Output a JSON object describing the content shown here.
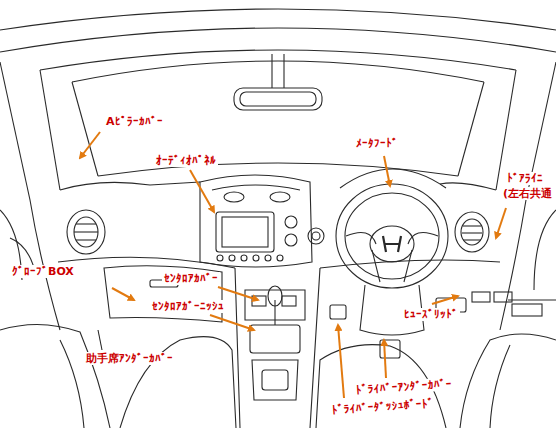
{
  "diagram": {
    "labels": [
      "Aﾋﾟﾗｰｶﾊﾞｰ",
      "ｵｰﾃﾞｨｵﾊﾟﾈﾙ",
      "ﾒｰﾀﾌｰﾄﾞ",
      "ﾄﾞｱﾗｲﾆ",
      "(左右共通",
      "ｸﾞﾛｰﾌﾞBOX",
      "ｾﾝﾀﾛｱｶﾊﾞｰ",
      "ｾﾝﾀﾛｱｶﾞｰﾆｯｼｭ",
      "助手席ｱﾝﾀﾞｰｶﾊﾞｰ",
      "ﾋｭｰｽﾞﾘｯﾄﾞ",
      "ﾄﾞﾗｲﾊﾞｰｱﾝﾀﾞｰｶﾊﾞｰ",
      "ﾄﾞﾗｲﾊﾞｰﾀﾞｯｼｭﾎﾞｰﾄﾞ"
    ]
  }
}
